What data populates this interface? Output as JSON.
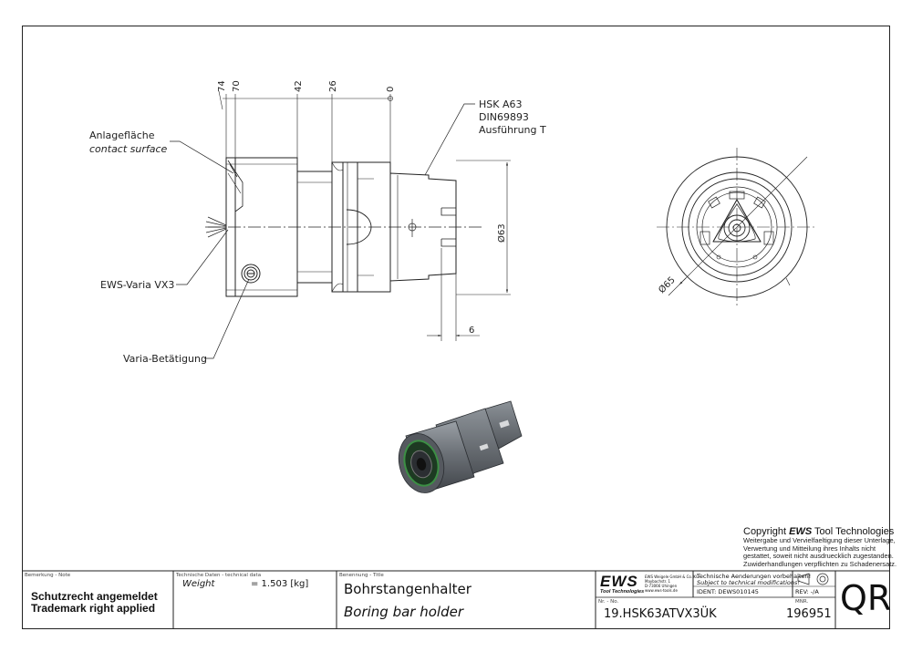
{
  "dimensions": {
    "d74": "74",
    "d70": "70",
    "d42": "42",
    "d26": "26",
    "d0": "0",
    "d6": "6",
    "dia63": "Ø63",
    "dia65": "Ø65"
  },
  "callouts": {
    "hsk_line1": "HSK A63",
    "hsk_line2": "DIN69893",
    "hsk_line3": "Ausführung T",
    "contact_de": "Anlagefläche",
    "contact_en": "contact surface",
    "varia": "EWS-Varia VX3",
    "varia_actuation": "Varia-Betätigung"
  },
  "copyright": {
    "prefix": "Copyright ",
    "brand": "EWS",
    "suffix": " Tool Technologies",
    "lines": [
      "Weitergabe und Vervielfaeltigung dieser Unterlage,",
      "Verwertung und Mitteilung ihres Inhalts nicht",
      "gestattet, soweit nicht ausdruecklich zugestanden.",
      "Zuwiderhandlungen verpflichten zu Schadenersatz."
    ]
  },
  "title_block": {
    "remark_caption": "Bemerkung - Note",
    "remark_line1": "Schutzrecht angemeldet",
    "remark_line2": "Trademark right applied",
    "tech_caption": "Technische Daten - technical data",
    "weight_label": "Weight",
    "weight_value": "=  1.503 [kg]",
    "title_caption": "Benennung - Title",
    "title_de": "Bohrstangenhalter",
    "title_en": "Boring bar holder",
    "logo": "EWS",
    "logo_sub": "Tool Technologies",
    "company_lines": [
      "EWS Weigele GmbH & Co. KG",
      "Maybachstr. 1",
      "D-73066 Uhingen",
      "www.ews-tools.de"
    ],
    "changes_de": "Technische Aenderungen vorbehalten!",
    "changes_en": "Subject to technical modifications!",
    "ident": "IDENT:  DEWS010145",
    "rev": "REV:  -/A",
    "nr_caption": "Nr. - No.",
    "part_number": "19.HSK63ATVX3ÜK",
    "mnr_caption": "MNR.",
    "mnr": "196951",
    "qr": "QR"
  }
}
